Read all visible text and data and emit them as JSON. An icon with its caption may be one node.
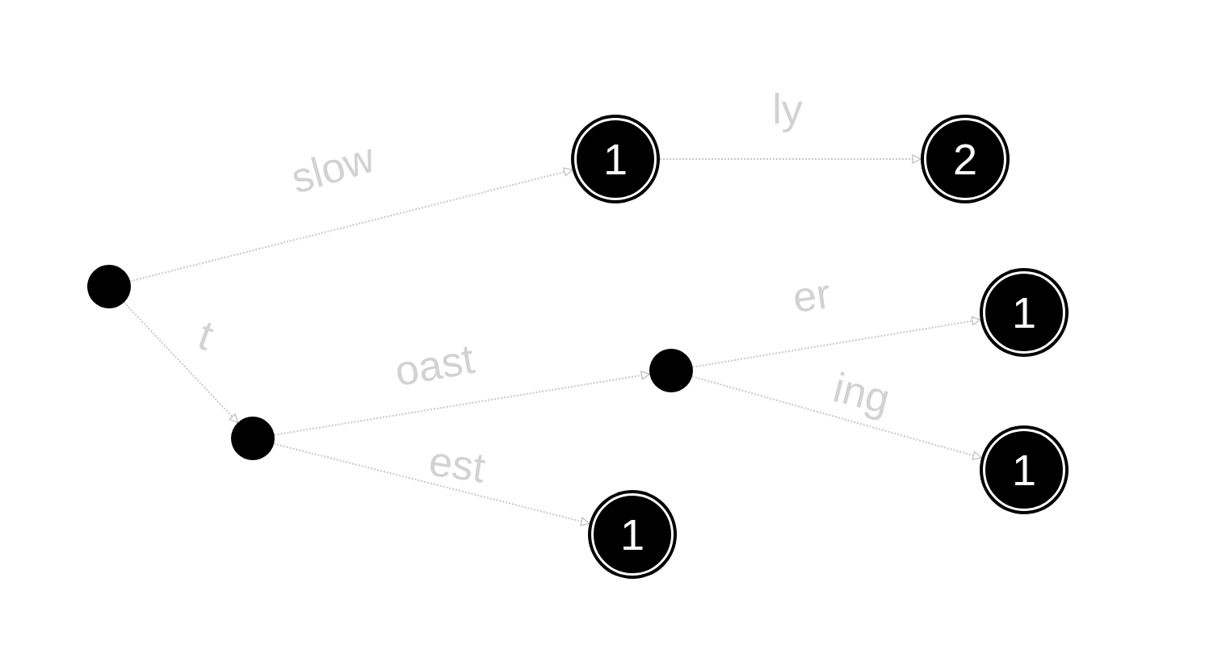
{
  "diagram": {
    "nodes": [
      {
        "text": [],
        "shape": "circle"
      },
      {
        "text": [
          "1"
        ]
      },
      {
        "text": [
          "2"
        ]
      },
      {
        "text": [],
        "shape": "circle"
      },
      {
        "text": [],
        "shape": "circle"
      },
      {
        "text": [
          "1"
        ]
      },
      {
        "text": [
          "1"
        ]
      },
      {
        "text": [
          "1"
        ]
      }
    ],
    "edges": [
      {
        "from": 0,
        "to": 1,
        "arrow": "to",
        "label": "slow"
      },
      {
        "from": 1,
        "to": 2,
        "arrow": "to",
        "label": "ly"
      },
      {
        "from": 0,
        "to": 3,
        "arrow": "to",
        "label": "t"
      },
      {
        "from": 3,
        "to": 4,
        "arrow": "to",
        "label": "oast"
      },
      {
        "from": 4,
        "to": 5,
        "arrow": "to",
        "label": "er"
      },
      {
        "from": 4,
        "to": 6,
        "arrow": "to",
        "label": "ing"
      },
      {
        "from": 3,
        "to": 7,
        "arrow": "to",
        "label": "est"
      }
    ]
  }
}
